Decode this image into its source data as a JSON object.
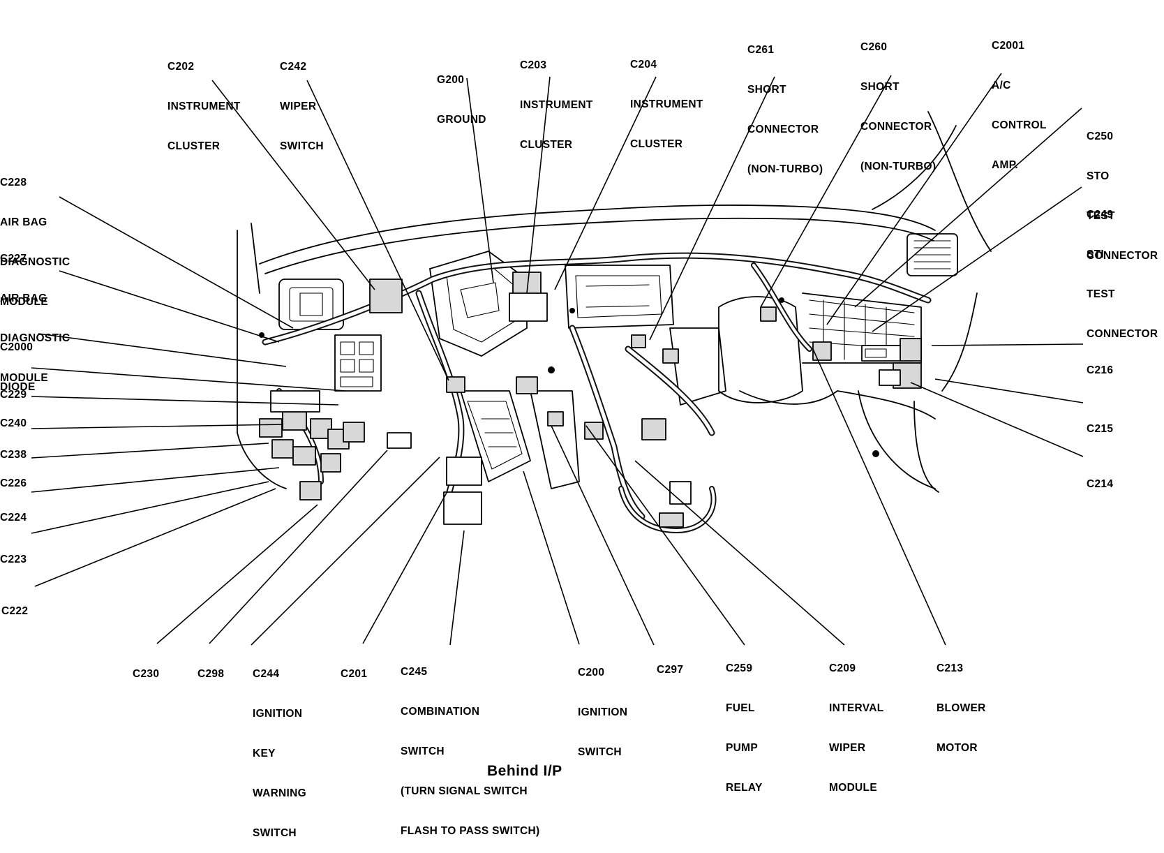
{
  "caption": "Behind I/P",
  "labels": {
    "c202": [
      "C202",
      "INSTRUMENT",
      "CLUSTER"
    ],
    "c242": [
      "C242",
      "WIPER",
      "SWITCH"
    ],
    "g200": [
      "G200",
      "GROUND"
    ],
    "c203": [
      "C203",
      "INSTRUMENT",
      "CLUSTER"
    ],
    "c204": [
      "C204",
      "INSTRUMENT",
      "CLUSTER"
    ],
    "c261": [
      "C261",
      "SHORT",
      "CONNECTOR",
      "(NON-TURBO)"
    ],
    "c260": [
      "C260",
      "SHORT",
      "CONNECTOR",
      "(NON-TURBO)"
    ],
    "c2001": [
      "C2001",
      "A/C",
      "CONTROL",
      "AMP."
    ],
    "c250": [
      "C250",
      "STO",
      "TEST",
      "CONNECTOR"
    ],
    "c249": [
      "C249",
      "STI",
      "TEST",
      "CONNECTOR"
    ],
    "c228": [
      "C228",
      "AIR BAG",
      "DIAGNOSTIC",
      "MODULE"
    ],
    "c227": [
      "C227",
      "AIR BAG",
      "DIAGNOSTIC",
      "MODULE"
    ],
    "c2000": [
      "C2000",
      "DIODE"
    ],
    "c229": [
      "C229"
    ],
    "c240": [
      "C240"
    ],
    "c238": [
      "C238"
    ],
    "c226": [
      "C226"
    ],
    "c224": [
      "C224"
    ],
    "c223": [
      "C223"
    ],
    "c222": [
      "C222"
    ],
    "c216": [
      "C216"
    ],
    "c215": [
      "C215"
    ],
    "c214": [
      "C214"
    ],
    "c230": [
      "C230"
    ],
    "c298": [
      "C298"
    ],
    "c244": [
      "C244",
      "IGNITION",
      "KEY",
      "WARNING",
      "SWITCH"
    ],
    "c201": [
      "C201"
    ],
    "c245": [
      "C245",
      "COMBINATION",
      "SWITCH",
      "(TURN SIGNAL SWITCH",
      "FLASH TO PASS SWITCH)"
    ],
    "c200": [
      "C200",
      "IGNITION",
      "SWITCH"
    ],
    "c297": [
      "C297"
    ],
    "c259": [
      "C259",
      "FUEL",
      "PUMP",
      "RELAY"
    ],
    "c209": [
      "C209",
      "INTERVAL",
      "WIPER",
      "MODULE"
    ],
    "c213": [
      "C213",
      "BLOWER",
      "MOTOR"
    ]
  }
}
